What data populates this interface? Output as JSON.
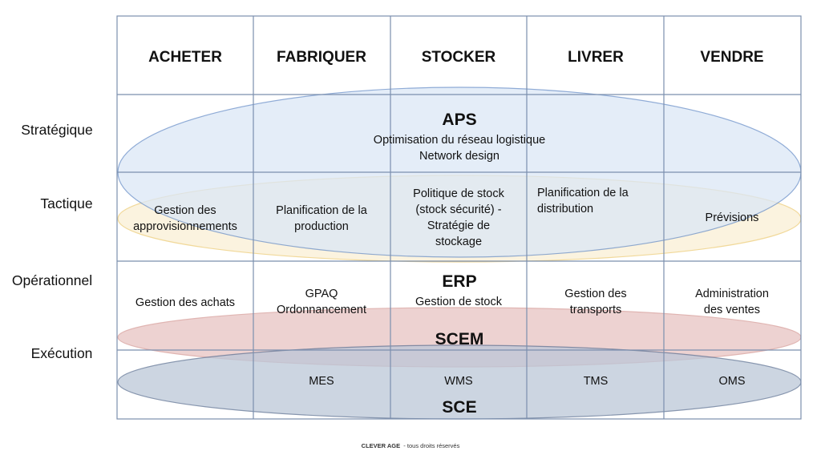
{
  "columns": [
    "ACHETER",
    "FABRIQUER",
    "STOCKER",
    "LIVRER",
    "VENDRE"
  ],
  "rows": [
    "Stratégique",
    "Tactique",
    "Opérationnel",
    "Exécution"
  ],
  "layers": {
    "aps": {
      "title": "APS",
      "lines": [
        "Optimisation du réseau logistique",
        "Network design"
      ],
      "color": "#dbe7f6",
      "stroke": "#6a90c9"
    },
    "tactique": {
      "color": "#fbf2dc",
      "stroke": "#f0d590"
    },
    "erp": {
      "title": "ERP",
      "color": "#fbf2dc"
    },
    "scem": {
      "title": "SCEM",
      "color": "#e9c8c6",
      "stroke": "#d9a3a0"
    },
    "sce": {
      "title": "SCE",
      "color": "#bcc7d8",
      "stroke": "#5f7394"
    }
  },
  "tactique_cells": [
    [
      "Gestion des",
      "approvisionnements"
    ],
    [
      "Planification de la",
      "production"
    ],
    [
      "Politique de stock",
      "(stock sécurité) -",
      "Stratégie de",
      "stockage"
    ],
    [
      "Planification de la",
      "distribution"
    ],
    [
      "Prévisions"
    ]
  ],
  "operationnel_cells": [
    [
      "Gestion des achats"
    ],
    [
      "GPAQ",
      "Ordonnancement"
    ],
    [
      "Gestion de stock"
    ],
    [
      "Gestion des",
      "transports"
    ],
    [
      "Administration",
      "des ventes"
    ]
  ],
  "execution_cells": [
    "MES",
    "WMS",
    "TMS",
    "OMS"
  ],
  "footer": {
    "brand": "CLEVER AGE",
    "text": "  - tous droits réservés"
  }
}
